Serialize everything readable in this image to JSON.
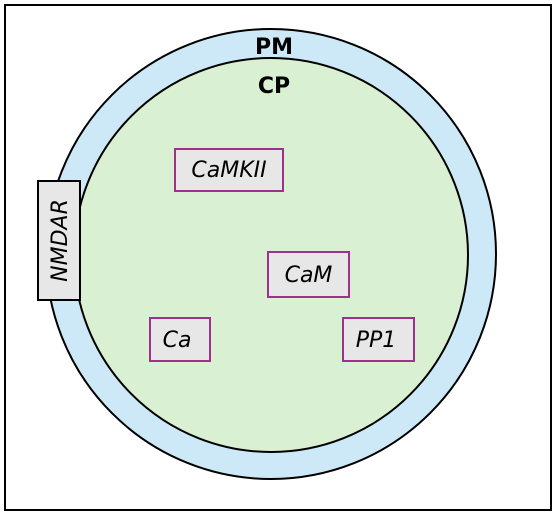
{
  "compartments": {
    "plasma_membrane": {
      "label": "PM",
      "color": "#cde9f7"
    },
    "cytoplasm": {
      "label": "CP",
      "color": "#d9f0d3"
    }
  },
  "channel": {
    "label": "NMDAR",
    "fill": "#e7e7e7",
    "stroke": "#000000"
  },
  "species": [
    {
      "id": "camkii",
      "label": "CaMKII"
    },
    {
      "id": "cam",
      "label": "CaM"
    },
    {
      "id": "ca",
      "label": "Ca"
    },
    {
      "id": "pp1",
      "label": "PP1"
    }
  ],
  "colors": {
    "frame": "#000000",
    "species_border": "#a0308f",
    "species_fill": "#e7e7e7"
  }
}
